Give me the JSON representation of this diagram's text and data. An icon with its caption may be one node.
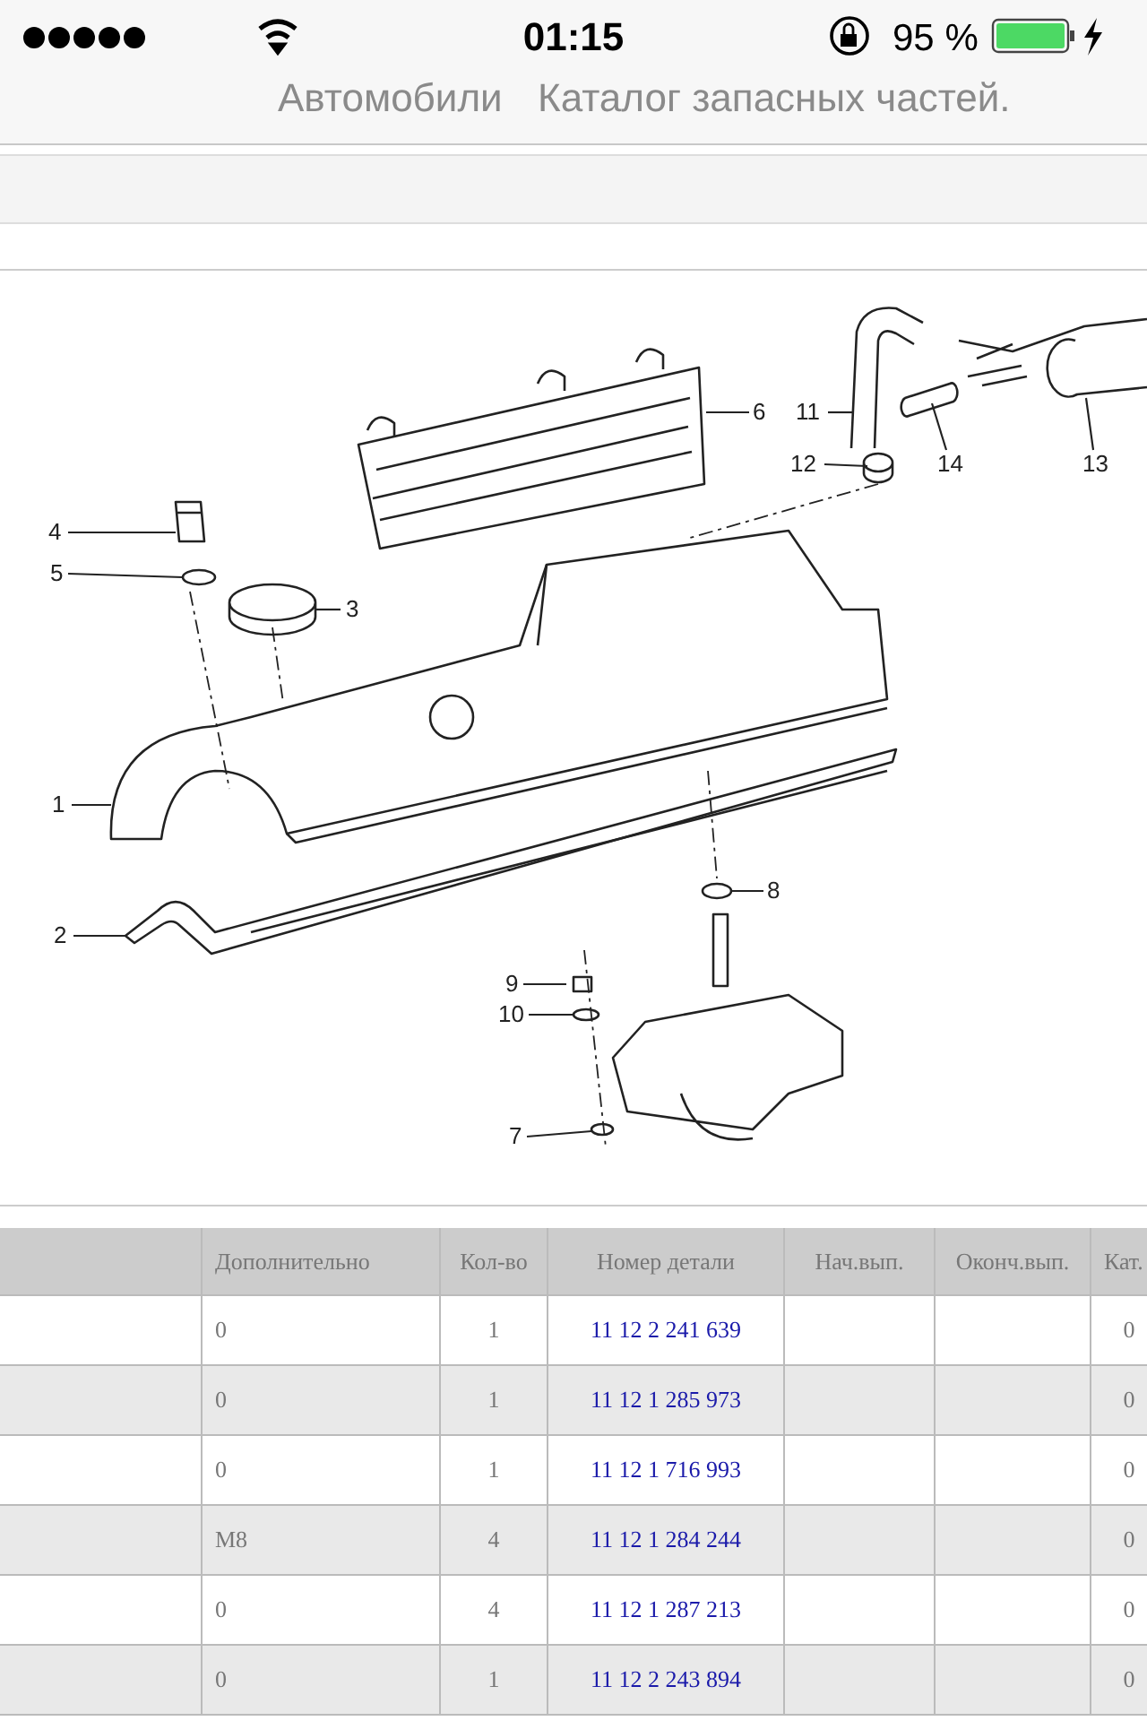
{
  "diagram": {
    "nodes": [
      {
        "text": [
          "6"
        ]
      },
      {
        "text": [
          "11"
        ]
      },
      {
        "text": [
          "12"
        ]
      },
      {
        "text": [
          "14"
        ]
      },
      {
        "text": [
          "13"
        ]
      },
      {
        "text": [
          "4"
        ]
      },
      {
        "text": [
          "5"
        ]
      },
      {
        "text": [
          "3"
        ]
      },
      {
        "text": [
          "1"
        ]
      },
      {
        "text": [
          "8"
        ]
      },
      {
        "text": [
          "2"
        ]
      },
      {
        "text": [
          "9"
        ]
      },
      {
        "text": [
          "10"
        ]
      },
      {
        "text": [
          "7"
        ]
      }
    ],
    "edges": [
      {
        "from": 0,
        "to": null,
        "arrow": "none"
      },
      {
        "from": 1,
        "to": null,
        "arrow": "none"
      },
      {
        "from": 2,
        "to": null,
        "arrow": "none"
      },
      {
        "from": 3,
        "to": null,
        "arrow": "none"
      },
      {
        "from": 4,
        "to": null,
        "arrow": "none"
      },
      {
        "from": 5,
        "to": null,
        "arrow": "none"
      },
      {
        "from": 6,
        "to": null,
        "arrow": "none"
      },
      {
        "from": 7,
        "to": null,
        "arrow": "none"
      },
      {
        "from": 8,
        "to": null,
        "arrow": "none"
      },
      {
        "from": 9,
        "to": null,
        "arrow": "none"
      },
      {
        "from": 10,
        "to": null,
        "arrow": "none"
      },
      {
        "from": 11,
        "to": null,
        "arrow": "none"
      },
      {
        "from": 12,
        "to": null,
        "arrow": "none"
      },
      {
        "from": 13,
        "to": null,
        "arrow": "none"
      }
    ],
    "labels": [
      "01:15",
      "95 %",
      "Автомобили",
      "Каталог запасных частей.",
      "Дополнительно",
      "Кол-во",
      "Номер детали",
      "Нач.вып.",
      "Оконч.вып.",
      "Кат.",
      "0",
      "1",
      "11 12 2 241 639",
      "0",
      "0",
      "1",
      "11 12 1 285 973",
      "0",
      "0",
      "1",
      "11 12 1 716 993",
      "0",
      "M8",
      "4",
      "11 12 1 284 244",
      "0",
      "0",
      "4",
      "11 12 1 287 213",
      "0",
      "0",
      "1",
      "11 12 2 243 894",
      "0"
    ]
  }
}
